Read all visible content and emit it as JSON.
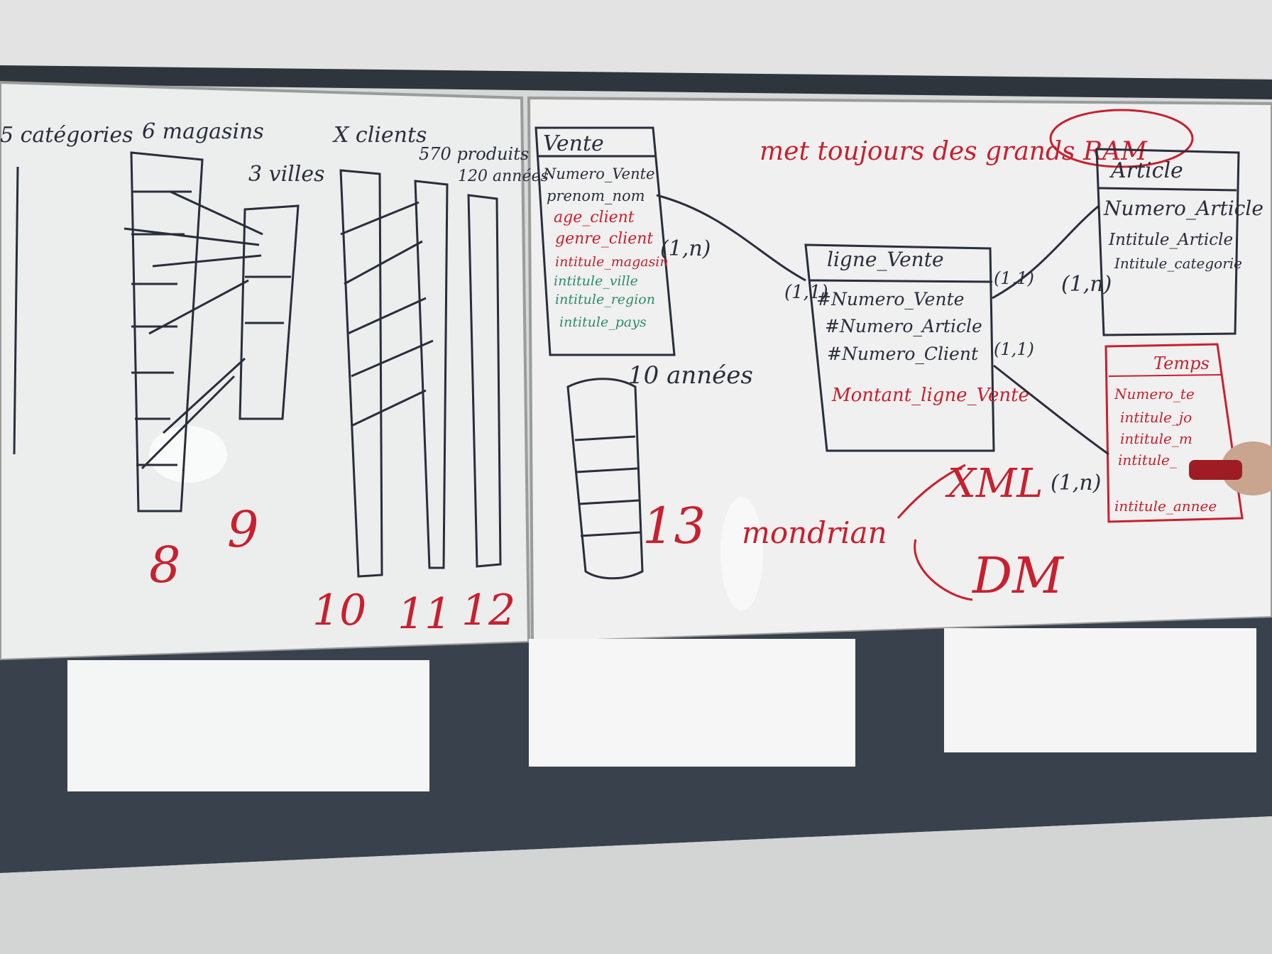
{
  "left_board": {
    "headers": {
      "categories": "5 catégories",
      "magasins": "6 magasins",
      "villes": "3 villes",
      "clients": "X clients",
      "produits": "570 produits",
      "annees": "120 années"
    },
    "red_numbers": [
      "8",
      "9",
      "10",
      "11",
      "12"
    ]
  },
  "right_board": {
    "note_top": "met toujours des grands RAM",
    "entity_vente": {
      "title": "Vente",
      "fields": [
        "Numero_Vente",
        "prenom_nom",
        "age_client",
        "genre_client",
        "intitule_magasin",
        "intitule_ville",
        "intitule_region",
        "intitule_pays"
      ]
    },
    "entity_ligne": {
      "title": "ligne_Vente",
      "fields": [
        "#Numero_Vente",
        "#Numero_Article",
        "#Numero_Client",
        "Montant_ligne_Vente"
      ]
    },
    "entity_article": {
      "title": "Article",
      "fields": [
        "Numero_Article",
        "Intitule_Article",
        "Intitule_categorie"
      ]
    },
    "entity_temps": {
      "title": "Temps",
      "fields": [
        "Numero_te",
        "intitule_jo",
        "intitule_m",
        "intitule_",
        "intitule_annee"
      ]
    },
    "cardinalities": [
      "(1,n)",
      "(1,1)",
      "(1,1)",
      "(1,n)",
      "(1,1)",
      "(1,n)"
    ],
    "annees_label": "10 années",
    "red_13": "13",
    "red_mondrian": "mondrian",
    "red_xml": "XML",
    "red_dm": "DM"
  },
  "colors": {
    "marker_black": "#2a2d3c",
    "marker_red": "#c8202f",
    "marker_green": "#2e8b6a",
    "board": "#eef0f0",
    "frame": "#3c4550"
  }
}
